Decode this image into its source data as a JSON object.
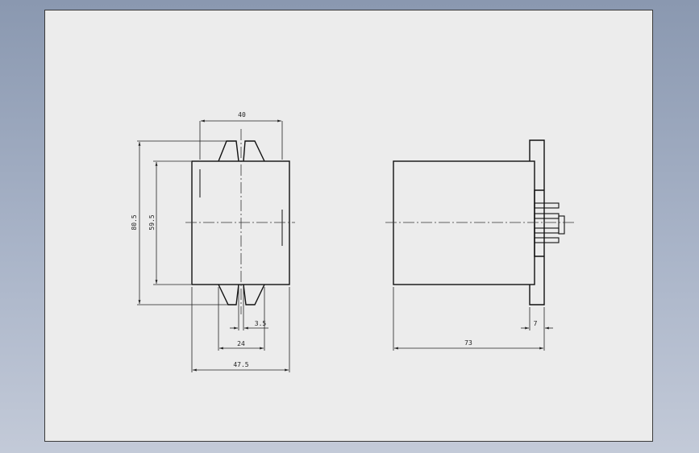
{
  "drawing": {
    "front_view": {
      "dimensions": {
        "width_top": "40",
        "height_outer": "80.5",
        "height_body": "59.5",
        "gap": "3.5",
        "spacing": "24",
        "width_bottom": "47.5"
      }
    },
    "side_view": {
      "dimensions": {
        "flange": "7",
        "length": "73"
      }
    }
  }
}
